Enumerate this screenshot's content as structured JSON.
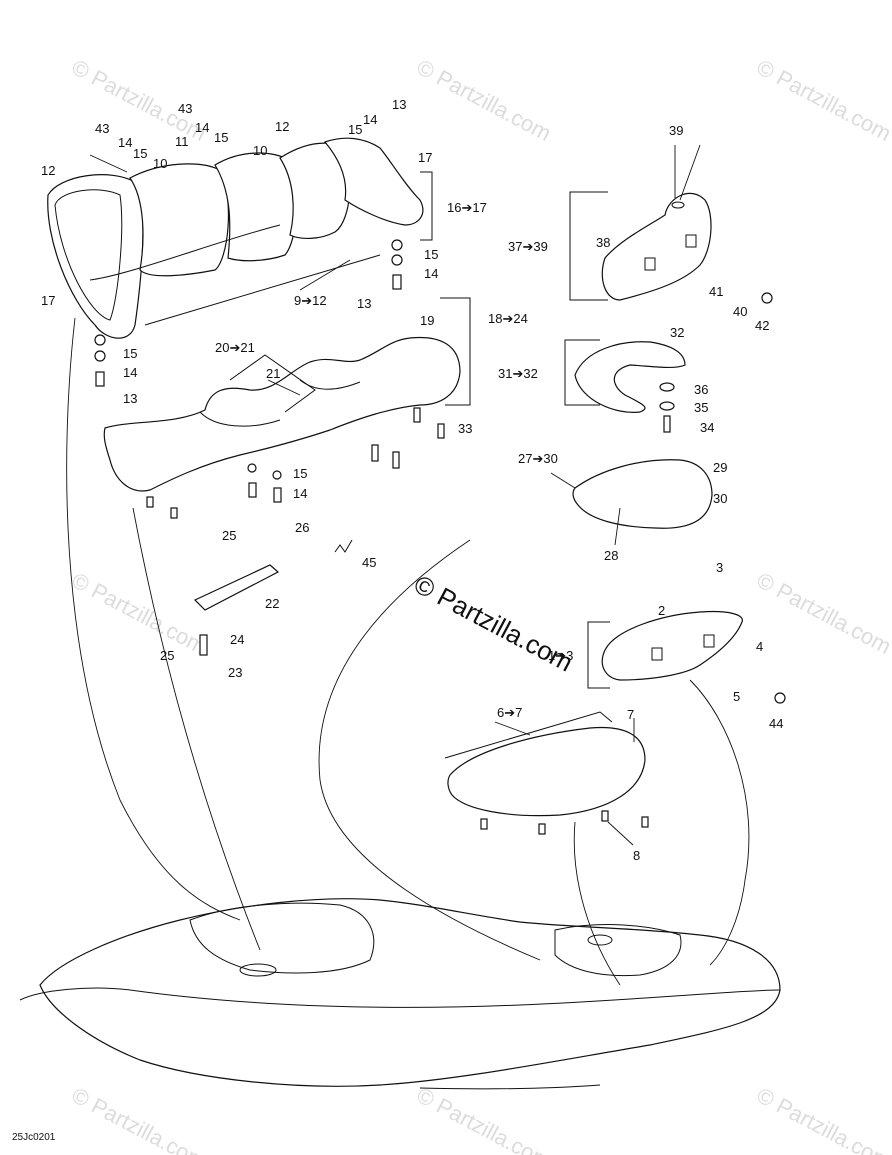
{
  "watermark": {
    "text": "© Partzilla.com",
    "center_text": "© Partzilla.com"
  },
  "diagram_code": "25Jc0201",
  "callouts": [
    "43",
    "14",
    "15",
    "12",
    "11",
    "10",
    "10",
    "12",
    "17",
    "43",
    "14",
    "15",
    "13",
    "15",
    "14",
    "17",
    "16➔17",
    "15",
    "14",
    "13",
    "9➔12",
    "15",
    "14",
    "13",
    "19",
    "18➔24",
    "20➔21",
    "21",
    "33",
    "15",
    "14",
    "25",
    "26",
    "45",
    "22",
    "24",
    "25",
    "23",
    "39",
    "37➔39",
    "38",
    "41",
    "40",
    "42",
    "32",
    "31➔32",
    "36",
    "35",
    "34",
    "27➔30",
    "29",
    "30",
    "28",
    "3",
    "2",
    "1➔3",
    "4",
    "5",
    "44",
    "6➔7",
    "7",
    "8"
  ]
}
